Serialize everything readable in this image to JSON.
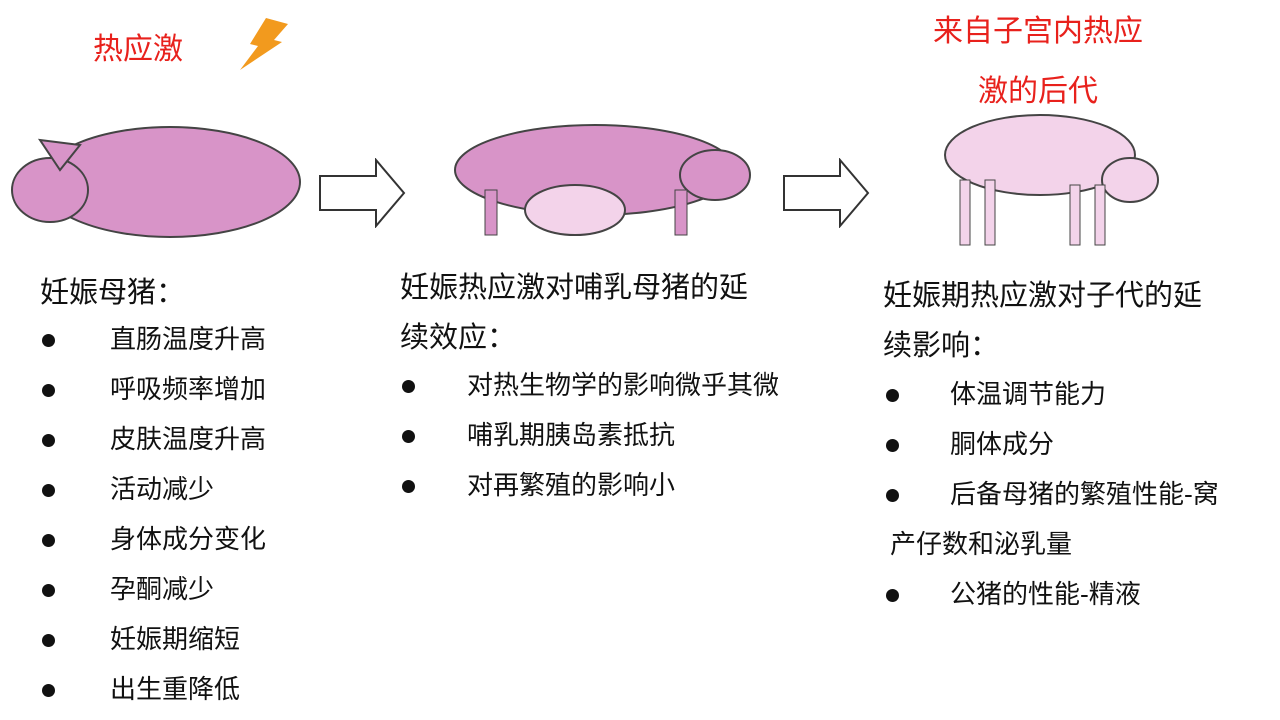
{
  "labels": {
    "heat_stress": "热应激",
    "offspring": [
      "来自子宫内热应",
      "激的后代"
    ]
  },
  "colors": {
    "red": "#e8211c",
    "bolt": "#f29a1e",
    "pig": "#d894c8",
    "pig_light": "#f3d3ea"
  },
  "col1": {
    "heading": "妊娠母猪：",
    "items": [
      "直肠温度升高",
      "呼吸频率增加",
      "皮肤温度升高",
      "活动减少",
      "身体成分变化",
      "孕酮减少",
      "妊娠期缩短",
      "出生重降低"
    ]
  },
  "col2": {
    "heading": [
      "妊娠热应激对哺乳母猪的延",
      "续效应："
    ],
    "items": [
      "对热生物学的影响微乎其微",
      "哺乳期胰岛素抵抗",
      "对再繁殖的影响小"
    ]
  },
  "col3": {
    "heading": [
      "妊娠期热应激对子代的延",
      "续影响："
    ],
    "items": [
      "体温调节能力",
      "胴体成分",
      "后备母猪的繁殖性能-窝",
      "产仔数和泌乳量",
      "公猪的性能-精液"
    ]
  }
}
